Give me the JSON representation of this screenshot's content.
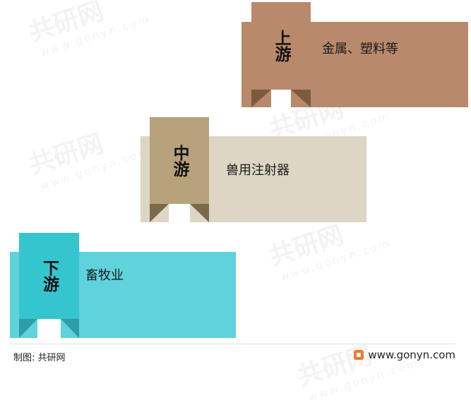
{
  "stages": [
    {
      "id": "upstream",
      "tab_chars": [
        "上",
        "游"
      ],
      "label": "金属、塑料等",
      "colors": {
        "band": "#b8896b",
        "tab": "#b8896b",
        "notch": "#7c5a3f"
      }
    },
    {
      "id": "midstream",
      "tab_chars": [
        "中",
        "游"
      ],
      "label": "兽用注射器",
      "colors": {
        "band": "#ddd6c4",
        "tab": "#b7a27c",
        "notch": "#7a6a4b"
      }
    },
    {
      "id": "downstream",
      "tab_chars": [
        "下",
        "游"
      ],
      "label": "畜牧业",
      "colors": {
        "band": "#5fd2db",
        "tab": "#35c5cf",
        "notch": "#2e9ea6"
      }
    }
  ],
  "footer": {
    "source": "制图: 共研网",
    "website": "www.gonyn.com",
    "logo_icon": "gonyn-logo-icon"
  },
  "watermark": {
    "brand": "共研网",
    "domain": "www.gonyn.com"
  }
}
